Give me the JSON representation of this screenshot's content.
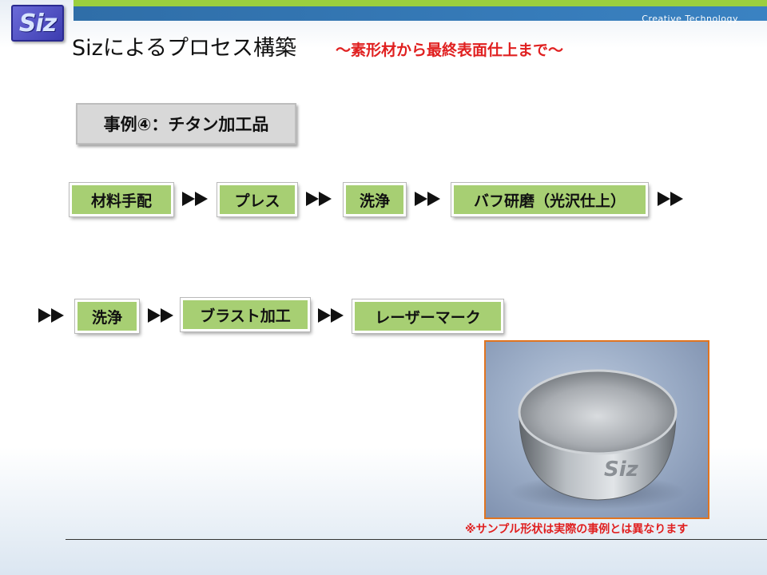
{
  "header": {
    "logo_text": "Siz",
    "brand_tagline": "Creative Technology",
    "title": "Sizによるプロセス構築",
    "subtitle": "～素形材から最終表面仕上まで～",
    "accent_green": "#9bcf3e",
    "accent_blue": "#2f6ea8"
  },
  "case_label": "事例④：チタン加工品",
  "process_row1": [
    {
      "label": "材料手配"
    },
    {
      "label": "プレス"
    },
    {
      "label": "洗浄"
    },
    {
      "label": "バフ研磨（光沢仕上）"
    }
  ],
  "process_row2": [
    {
      "label": "洗浄"
    },
    {
      "label": "ブラスト加工"
    },
    {
      "label": "レーザーマーク"
    }
  ],
  "photo": {
    "engraving": "Siz"
  },
  "note": "※サンプル形状は実際の事例とは異なります",
  "colors": {
    "step_fill": "#a7cf73",
    "note_red": "#e02020",
    "photo_border": "#e07420"
  }
}
